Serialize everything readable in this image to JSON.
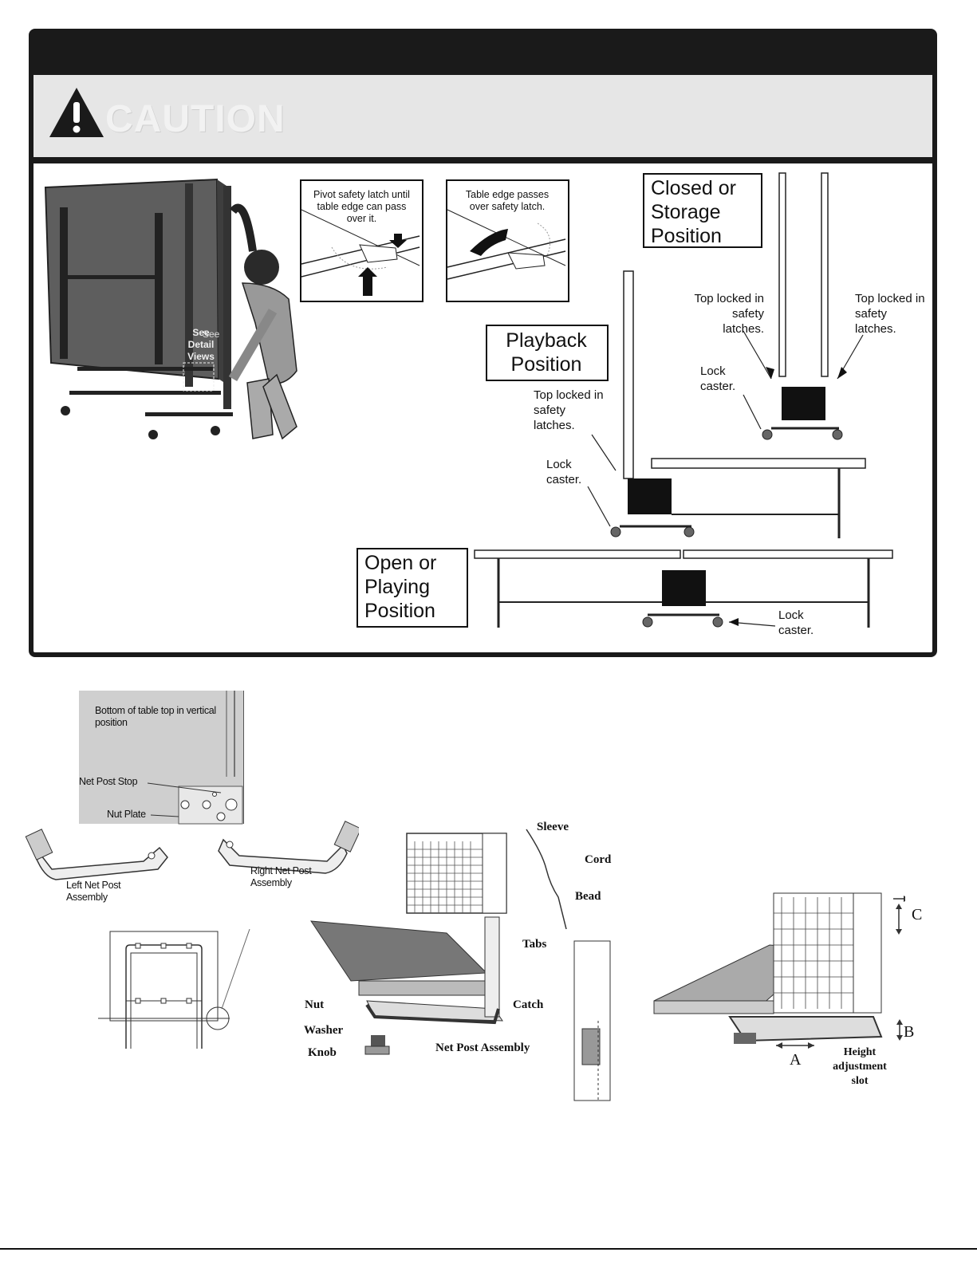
{
  "caution": {
    "word": "CAUTION"
  },
  "top_left": {
    "see_detail": "See Detail Views"
  },
  "detail_views": {
    "left": "Pivot safety latch until table edge can pass over it.",
    "right": "Table edge passes over safety latch."
  },
  "positions": {
    "closed": "Closed or Storage Position",
    "playback": "Playback Position",
    "open": "Open or Playing Position"
  },
  "callouts": {
    "top_locked": "Top locked in safety latches.",
    "lock_caster": "Lock caster."
  },
  "net_post_diagram": {
    "bottom_table": "Bottom of table top in vertical position",
    "net_post_stop": "Net Post Stop",
    "nut_plate": "Nut Plate",
    "left_assembly": "Left Net Post Assembly",
    "right_assembly": "Right Net Post Assembly"
  },
  "net_parts": {
    "sleeve": "Sleeve",
    "cord": "Cord",
    "bead": "Bead",
    "tabs": "Tabs",
    "nut": "Nut",
    "washer": "Washer",
    "knob": "Knob",
    "catch": "Catch",
    "net_post_assembly": "Net Post Assembly"
  },
  "adjust": {
    "c": "C",
    "b": "B",
    "a": "A",
    "height_slot": "Height adjustment slot"
  },
  "colors": {
    "dark": "#1a1a1a",
    "band": "#e6e6e6",
    "table": "#5a5a5a",
    "gray": "#cfcfcf"
  }
}
